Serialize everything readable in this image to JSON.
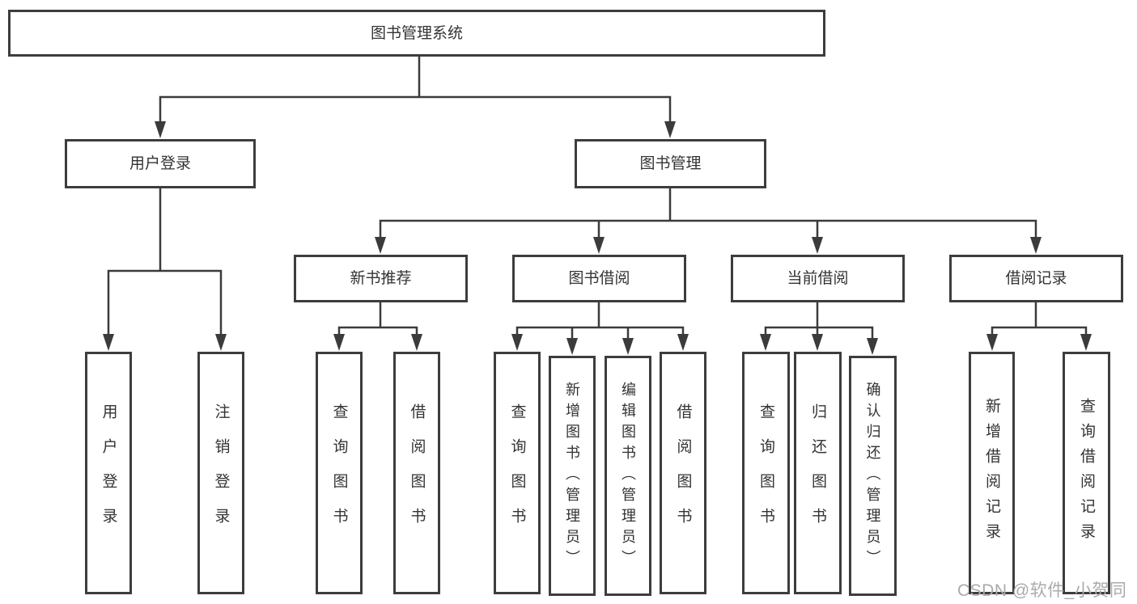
{
  "diagram": {
    "root": "图书管理系统",
    "branches": [
      {
        "label": "用户登录",
        "leaves": [
          "用户登录",
          "注销登录"
        ]
      },
      {
        "label": "图书管理",
        "children": [
          {
            "label": "新书推荐",
            "leaves": [
              "查询图书",
              "借阅图书"
            ]
          },
          {
            "label": "图书借阅",
            "leaves": [
              "查询图书",
              "新增图书（管理员）",
              "编辑图书（管理员）",
              "借阅图书"
            ]
          },
          {
            "label": "当前借阅",
            "leaves": [
              "查询图书",
              "归还图书",
              "确认归还（管理员）"
            ]
          },
          {
            "label": "借阅记录",
            "leaves": [
              "新增借阅记录",
              "查询借阅记录"
            ]
          }
        ]
      }
    ]
  },
  "watermark": "CSDN @软件_小贺同学",
  "colors": {
    "line": "#3b3b3b",
    "box_border": "#3d3d3d",
    "text": "#333333",
    "watermark": "#aaaaaa",
    "background": "#ffffff"
  }
}
